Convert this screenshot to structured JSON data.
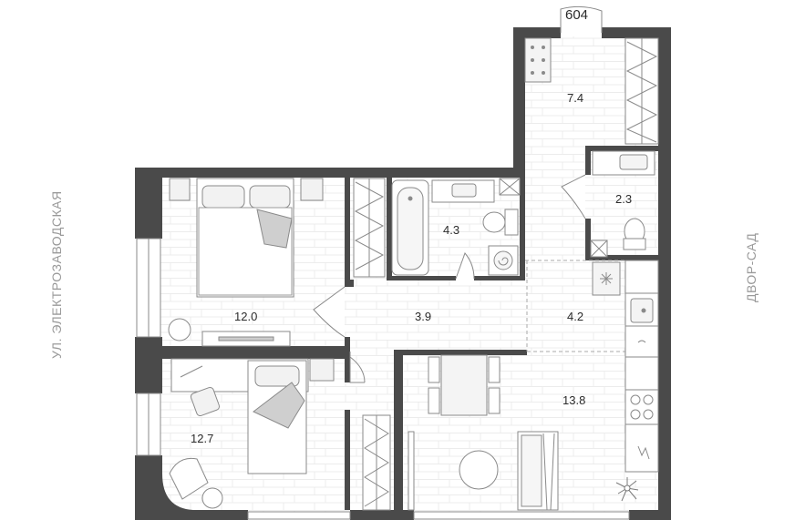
{
  "apartment_number": "604",
  "streets": {
    "left": "УЛ. ЭЛЕКТРОЗАВОДСКАЯ",
    "right": "ДВОР-САД"
  },
  "rooms": [
    {
      "id": "bedroom-1",
      "area": "12.0"
    },
    {
      "id": "bedroom-2",
      "area": "12.7"
    },
    {
      "id": "hall",
      "area": "3.9"
    },
    {
      "id": "bathroom",
      "area": "4.3"
    },
    {
      "id": "entry",
      "area": "7.4"
    },
    {
      "id": "toilet",
      "area": "2.3"
    },
    {
      "id": "corridor",
      "area": "4.2"
    },
    {
      "id": "kitchen-living",
      "area": "13.8"
    }
  ],
  "colors": {
    "wall": "#4a4a4a",
    "furniture_stroke": "#8a8a8a",
    "floor_line": "#e4e4e4"
  }
}
